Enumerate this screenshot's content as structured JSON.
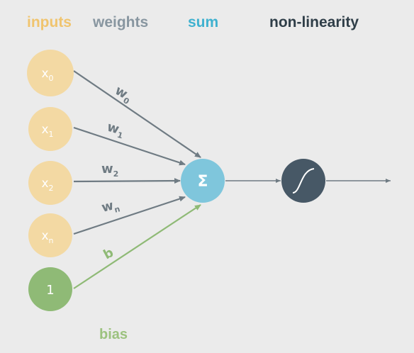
{
  "headers": {
    "inputs": "inputs",
    "weights": "weights",
    "sum": "sum",
    "nonlinearity": "non-linearity"
  },
  "inputs": [
    {
      "base": "x",
      "sub": "0"
    },
    {
      "base": "x",
      "sub": "1"
    },
    {
      "base": "x",
      "sub": "2"
    },
    {
      "base": "x",
      "sub": "n"
    }
  ],
  "bias_node": "1",
  "weights": [
    {
      "base": "w",
      "sub": "0"
    },
    {
      "base": "w",
      "sub": "1"
    },
    {
      "base": "w",
      "sub": "2"
    },
    {
      "base": "w",
      "sub": "n"
    }
  ],
  "bias_weight": "b",
  "sum_symbol": "Σ",
  "bias_label": "bias",
  "colors": {
    "input": "#f3d9a3",
    "bias_node": "#8fba76",
    "sum": "#7fc6dc",
    "activation": "#475866",
    "arrow": "#6f7b83",
    "bias_arrow": "#8fba76"
  }
}
